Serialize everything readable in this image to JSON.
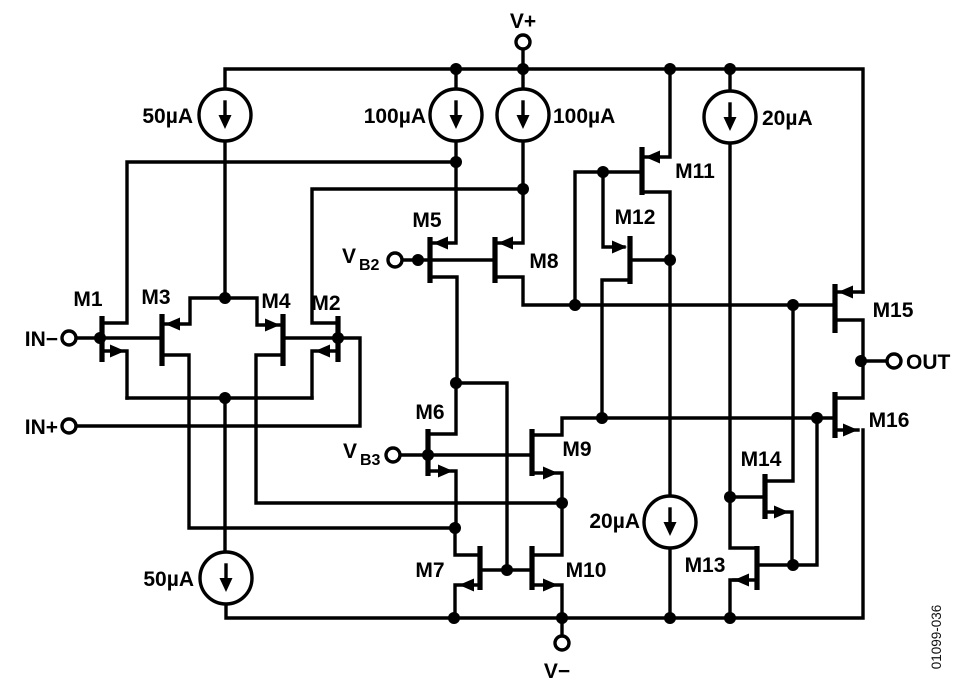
{
  "figure": {
    "id_code": "01099-036"
  },
  "terminals": {
    "v_plus": "V+",
    "v_minus": "V−",
    "in_minus": "IN−",
    "in_plus": "IN+",
    "out": "OUT",
    "vb2_v": "V",
    "vb2_sub": "B2",
    "vb3_v": "V",
    "vb3_sub": "B3"
  },
  "current_sources": {
    "top_50": "50µA",
    "top_100_left": "100µA",
    "top_100_right": "100µA",
    "top_20": "20µA",
    "mid_20": "20µA",
    "bottom_50": "50µA"
  },
  "transistors": {
    "m1": "M1",
    "m2": "M2",
    "m3": "M3",
    "m4": "M4",
    "m5": "M5",
    "m6": "M6",
    "m7": "M7",
    "m8": "M8",
    "m9": "M9",
    "m10": "M10",
    "m11": "M11",
    "m12": "M12",
    "m13": "M13",
    "m14": "M14",
    "m15": "M15",
    "m16": "M16"
  }
}
